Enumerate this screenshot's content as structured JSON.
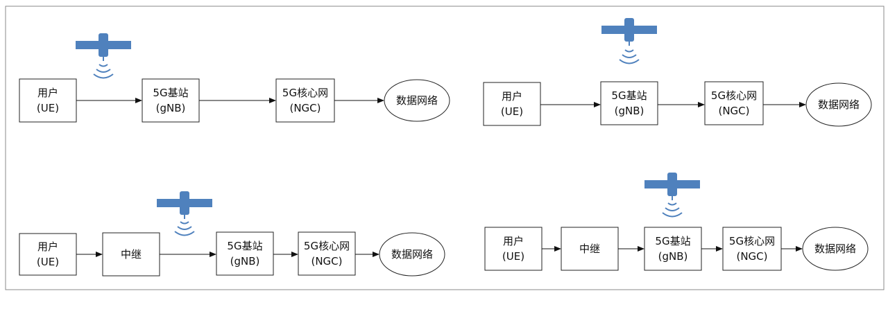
{
  "colors": {
    "box_stroke": "#222222",
    "arrow": "#111111",
    "satellite": "#4f81bd",
    "signal": "#4f81bd",
    "frame": "#8a8a8a"
  },
  "icons": {
    "satellite": "satellite-icon",
    "signal": "signal-waves-icon"
  },
  "labels": {
    "user_name": "用户",
    "user_code": "(UE)",
    "relay": "中继",
    "gnb_name": "5G基站",
    "gnb_code": "(gNB)",
    "ngc_name": "5G核心网",
    "ngc_code": "(NGC)",
    "data_network": "数据网络"
  }
}
